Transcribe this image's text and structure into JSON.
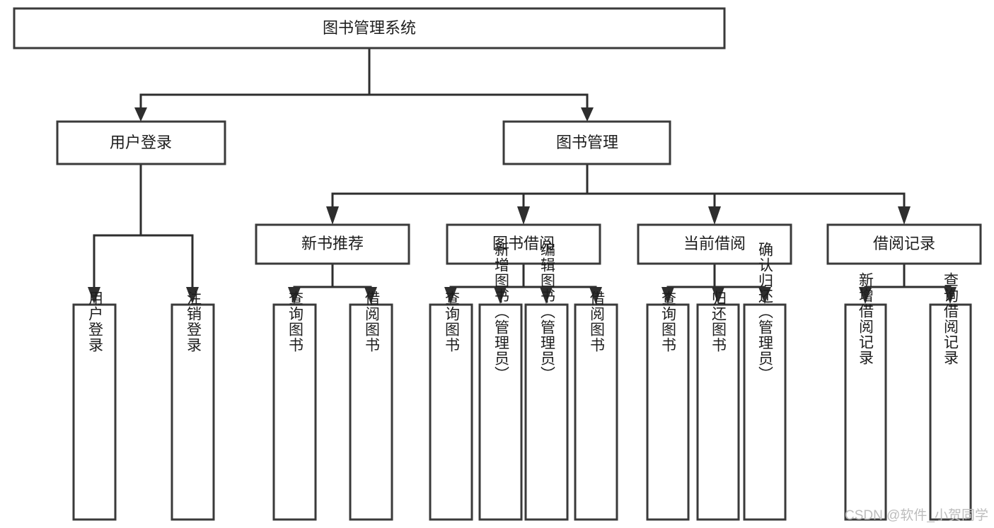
{
  "diagram": {
    "title": "图书管理系统",
    "type": "hierarchy-tree",
    "watermark": "CSDN @软件_小贺同学",
    "colors": {
      "box_stroke": "#3a3a3a",
      "connector": "#2e2e2e",
      "box_fill": "#ffffff",
      "text": "#1d1d1d",
      "background": "#ffffff",
      "watermark": "#bdbdbd"
    },
    "root": {
      "label": "图书管理系统"
    },
    "level2": [
      {
        "label": "用户登录"
      },
      {
        "label": "图书管理"
      }
    ],
    "level3": [
      {
        "label": "新书推荐"
      },
      {
        "label": "图书借阅"
      },
      {
        "label": "当前借阅"
      },
      {
        "label": "借阅记录"
      }
    ],
    "leaves": {
      "user_login": [
        {
          "label": "用户登录"
        },
        {
          "label": "注销登录"
        }
      ],
      "new_book_recommend": [
        {
          "label": "查询图书"
        },
        {
          "label": "借阅图书"
        }
      ],
      "book_borrow": [
        {
          "label": "查询图书"
        },
        {
          "label": "新增图书（管理员）"
        },
        {
          "label": "编辑图书（管理员）"
        },
        {
          "label": "借阅图书"
        }
      ],
      "current_borrow": [
        {
          "label": "查询图书"
        },
        {
          "label": "归还图书"
        },
        {
          "label": "确认归还（管理员）"
        }
      ],
      "borrow_record": [
        {
          "label": "新增借阅记录"
        },
        {
          "label": "查询借阅记录"
        }
      ]
    }
  }
}
